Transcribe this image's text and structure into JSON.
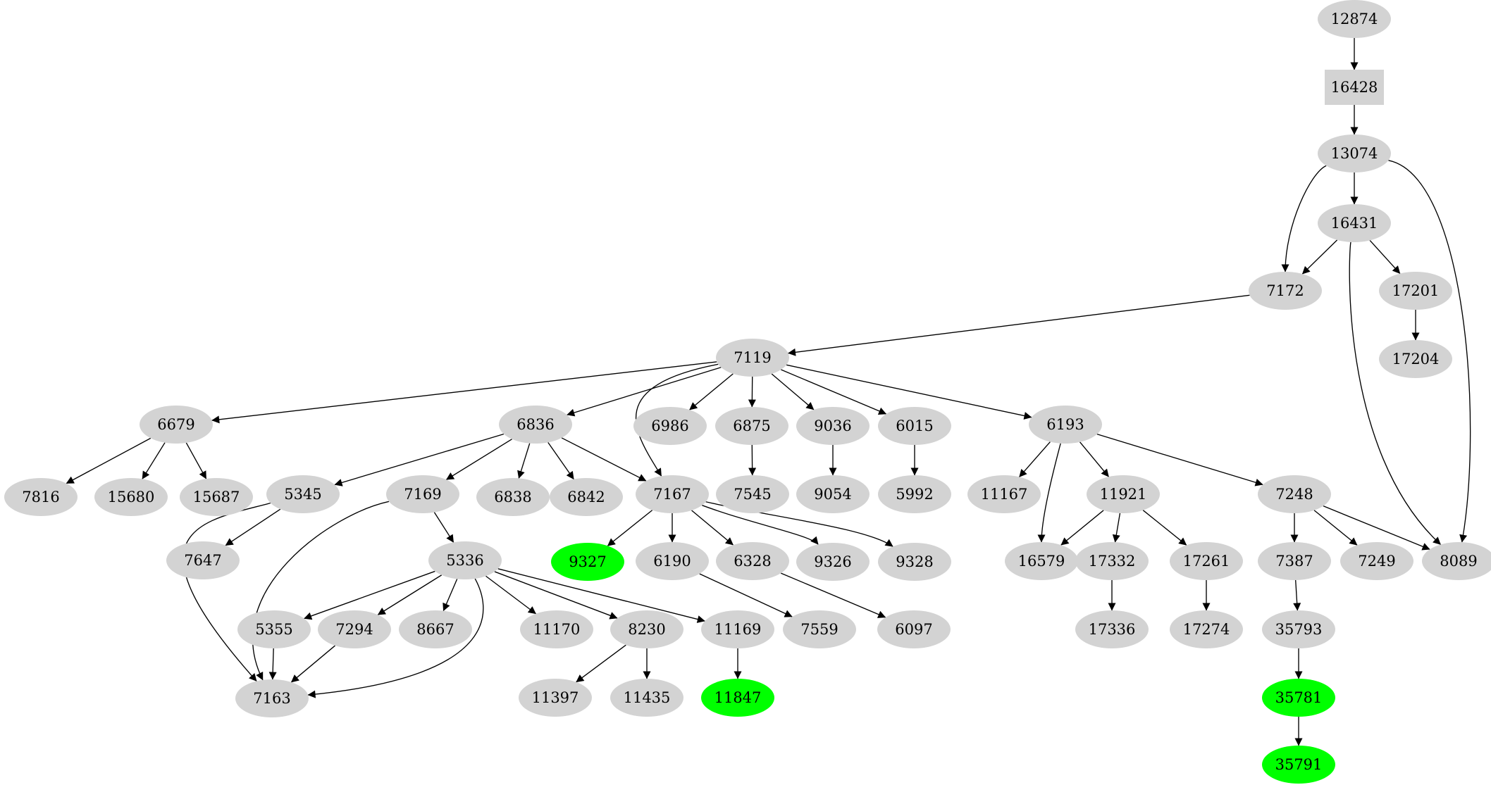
{
  "graph": {
    "colors": {
      "default_node": "#d3d3d3",
      "highlight_node": "#00ff00",
      "edge": "#000000",
      "background": "#ffffff"
    },
    "nodes": [
      {
        "id": "12874",
        "label": "12874",
        "shape": "ellipse",
        "fill": "default_node"
      },
      {
        "id": "16428",
        "label": "16428",
        "shape": "box",
        "fill": "default_node"
      },
      {
        "id": "13074",
        "label": "13074",
        "shape": "ellipse",
        "fill": "default_node"
      },
      {
        "id": "16431",
        "label": "16431",
        "shape": "ellipse",
        "fill": "default_node"
      },
      {
        "id": "7172",
        "label": "7172",
        "shape": "ellipse",
        "fill": "default_node"
      },
      {
        "id": "17201",
        "label": "17201",
        "shape": "ellipse",
        "fill": "default_node"
      },
      {
        "id": "17204",
        "label": "17204",
        "shape": "ellipse",
        "fill": "default_node"
      },
      {
        "id": "7119",
        "label": "7119",
        "shape": "ellipse",
        "fill": "default_node"
      },
      {
        "id": "6679",
        "label": "6679",
        "shape": "ellipse",
        "fill": "default_node"
      },
      {
        "id": "6836",
        "label": "6836",
        "shape": "ellipse",
        "fill": "default_node"
      },
      {
        "id": "6986",
        "label": "6986",
        "shape": "ellipse",
        "fill": "default_node"
      },
      {
        "id": "6875",
        "label": "6875",
        "shape": "ellipse",
        "fill": "default_node"
      },
      {
        "id": "9036",
        "label": "9036",
        "shape": "ellipse",
        "fill": "default_node"
      },
      {
        "id": "6015",
        "label": "6015",
        "shape": "ellipse",
        "fill": "default_node"
      },
      {
        "id": "6193",
        "label": "6193",
        "shape": "ellipse",
        "fill": "default_node"
      },
      {
        "id": "7816",
        "label": "7816",
        "shape": "ellipse",
        "fill": "default_node"
      },
      {
        "id": "15680",
        "label": "15680",
        "shape": "ellipse",
        "fill": "default_node"
      },
      {
        "id": "15687",
        "label": "15687",
        "shape": "ellipse",
        "fill": "default_node"
      },
      {
        "id": "5345",
        "label": "5345",
        "shape": "ellipse",
        "fill": "default_node"
      },
      {
        "id": "7169",
        "label": "7169",
        "shape": "ellipse",
        "fill": "default_node"
      },
      {
        "id": "6838",
        "label": "6838",
        "shape": "ellipse",
        "fill": "default_node"
      },
      {
        "id": "6842",
        "label": "6842",
        "shape": "ellipse",
        "fill": "default_node"
      },
      {
        "id": "7167",
        "label": "7167",
        "shape": "ellipse",
        "fill": "default_node"
      },
      {
        "id": "7545",
        "label": "7545",
        "shape": "ellipse",
        "fill": "default_node"
      },
      {
        "id": "9054",
        "label": "9054",
        "shape": "ellipse",
        "fill": "default_node"
      },
      {
        "id": "5992",
        "label": "5992",
        "shape": "ellipse",
        "fill": "default_node"
      },
      {
        "id": "11167",
        "label": "11167",
        "shape": "ellipse",
        "fill": "default_node"
      },
      {
        "id": "11921",
        "label": "11921",
        "shape": "ellipse",
        "fill": "default_node"
      },
      {
        "id": "7248",
        "label": "7248",
        "shape": "ellipse",
        "fill": "default_node"
      },
      {
        "id": "7647",
        "label": "7647",
        "shape": "ellipse",
        "fill": "default_node"
      },
      {
        "id": "5336",
        "label": "5336",
        "shape": "ellipse",
        "fill": "default_node"
      },
      {
        "id": "9327",
        "label": "9327",
        "shape": "ellipse",
        "fill": "highlight_node"
      },
      {
        "id": "6190",
        "label": "6190",
        "shape": "ellipse",
        "fill": "default_node"
      },
      {
        "id": "6328",
        "label": "6328",
        "shape": "ellipse",
        "fill": "default_node"
      },
      {
        "id": "9326",
        "label": "9326",
        "shape": "ellipse",
        "fill": "default_node"
      },
      {
        "id": "9328",
        "label": "9328",
        "shape": "ellipse",
        "fill": "default_node"
      },
      {
        "id": "16579",
        "label": "16579",
        "shape": "ellipse",
        "fill": "default_node"
      },
      {
        "id": "17332",
        "label": "17332",
        "shape": "ellipse",
        "fill": "default_node"
      },
      {
        "id": "17261",
        "label": "17261",
        "shape": "ellipse",
        "fill": "default_node"
      },
      {
        "id": "7387",
        "label": "7387",
        "shape": "ellipse",
        "fill": "default_node"
      },
      {
        "id": "7249",
        "label": "7249",
        "shape": "ellipse",
        "fill": "default_node"
      },
      {
        "id": "8089",
        "label": "8089",
        "shape": "ellipse",
        "fill": "default_node"
      },
      {
        "id": "5355",
        "label": "5355",
        "shape": "ellipse",
        "fill": "default_node"
      },
      {
        "id": "7294",
        "label": "7294",
        "shape": "ellipse",
        "fill": "default_node"
      },
      {
        "id": "8667",
        "label": "8667",
        "shape": "ellipse",
        "fill": "default_node"
      },
      {
        "id": "11170",
        "label": "11170",
        "shape": "ellipse",
        "fill": "default_node"
      },
      {
        "id": "8230",
        "label": "8230",
        "shape": "ellipse",
        "fill": "default_node"
      },
      {
        "id": "11169",
        "label": "11169",
        "shape": "ellipse",
        "fill": "default_node"
      },
      {
        "id": "7559",
        "label": "7559",
        "shape": "ellipse",
        "fill": "default_node"
      },
      {
        "id": "6097",
        "label": "6097",
        "shape": "ellipse",
        "fill": "default_node"
      },
      {
        "id": "17336",
        "label": "17336",
        "shape": "ellipse",
        "fill": "default_node"
      },
      {
        "id": "17274",
        "label": "17274",
        "shape": "ellipse",
        "fill": "default_node"
      },
      {
        "id": "35793",
        "label": "35793",
        "shape": "ellipse",
        "fill": "default_node"
      },
      {
        "id": "7163",
        "label": "7163",
        "shape": "ellipse",
        "fill": "default_node"
      },
      {
        "id": "11397",
        "label": "11397",
        "shape": "ellipse",
        "fill": "default_node"
      },
      {
        "id": "11435",
        "label": "11435",
        "shape": "ellipse",
        "fill": "default_node"
      },
      {
        "id": "11847",
        "label": "11847",
        "shape": "ellipse",
        "fill": "highlight_node"
      },
      {
        "id": "35781",
        "label": "35781",
        "shape": "ellipse",
        "fill": "highlight_node"
      },
      {
        "id": "35791",
        "label": "35791",
        "shape": "ellipse",
        "fill": "highlight_node"
      }
    ],
    "edges": [
      {
        "from": "12874",
        "to": "16428"
      },
      {
        "from": "16428",
        "to": "13074"
      },
      {
        "from": "13074",
        "to": "16431"
      },
      {
        "from": "13074",
        "to": "7172"
      },
      {
        "from": "13074",
        "to": "8089"
      },
      {
        "from": "16431",
        "to": "7172"
      },
      {
        "from": "16431",
        "to": "17201"
      },
      {
        "from": "16431",
        "to": "8089"
      },
      {
        "from": "17201",
        "to": "17204"
      },
      {
        "from": "7172",
        "to": "7119"
      },
      {
        "from": "7119",
        "to": "6679"
      },
      {
        "from": "7119",
        "to": "6836"
      },
      {
        "from": "7119",
        "to": "7167"
      },
      {
        "from": "7119",
        "to": "6986"
      },
      {
        "from": "7119",
        "to": "6875"
      },
      {
        "from": "7119",
        "to": "9036"
      },
      {
        "from": "7119",
        "to": "6015"
      },
      {
        "from": "7119",
        "to": "6193"
      },
      {
        "from": "6679",
        "to": "7816"
      },
      {
        "from": "6679",
        "to": "15680"
      },
      {
        "from": "6679",
        "to": "15687"
      },
      {
        "from": "6836",
        "to": "5345"
      },
      {
        "from": "6836",
        "to": "7169"
      },
      {
        "from": "6836",
        "to": "6838"
      },
      {
        "from": "6836",
        "to": "6842"
      },
      {
        "from": "6836",
        "to": "7167"
      },
      {
        "from": "6875",
        "to": "7545"
      },
      {
        "from": "9036",
        "to": "9054"
      },
      {
        "from": "6015",
        "to": "5992"
      },
      {
        "from": "6193",
        "to": "11167"
      },
      {
        "from": "6193",
        "to": "16579"
      },
      {
        "from": "6193",
        "to": "11921"
      },
      {
        "from": "6193",
        "to": "7248"
      },
      {
        "from": "5345",
        "to": "7647"
      },
      {
        "from": "5345",
        "to": "7163"
      },
      {
        "from": "7169",
        "to": "5336"
      },
      {
        "from": "7169",
        "to": "7163"
      },
      {
        "from": "7167",
        "to": "9327"
      },
      {
        "from": "7167",
        "to": "6190"
      },
      {
        "from": "7167",
        "to": "6328"
      },
      {
        "from": "7167",
        "to": "9326"
      },
      {
        "from": "7167",
        "to": "9328"
      },
      {
        "from": "11921",
        "to": "16579"
      },
      {
        "from": "11921",
        "to": "17332"
      },
      {
        "from": "11921",
        "to": "17261"
      },
      {
        "from": "7248",
        "to": "7387"
      },
      {
        "from": "7248",
        "to": "7249"
      },
      {
        "from": "7248",
        "to": "8089"
      },
      {
        "from": "5336",
        "to": "5355"
      },
      {
        "from": "5336",
        "to": "7294"
      },
      {
        "from": "5336",
        "to": "8667"
      },
      {
        "from": "5336",
        "to": "11170"
      },
      {
        "from": "5336",
        "to": "8230"
      },
      {
        "from": "5336",
        "to": "11169"
      },
      {
        "from": "5336",
        "to": "7163"
      },
      {
        "from": "6190",
        "to": "7559"
      },
      {
        "from": "6328",
        "to": "6097"
      },
      {
        "from": "17332",
        "to": "17336"
      },
      {
        "from": "17261",
        "to": "17274"
      },
      {
        "from": "7387",
        "to": "35793"
      },
      {
        "from": "5355",
        "to": "7163"
      },
      {
        "from": "7294",
        "to": "7163"
      },
      {
        "from": "8230",
        "to": "11397"
      },
      {
        "from": "8230",
        "to": "11435"
      },
      {
        "from": "11169",
        "to": "11847"
      },
      {
        "from": "35793",
        "to": "35781"
      },
      {
        "from": "35781",
        "to": "35791"
      }
    ]
  }
}
